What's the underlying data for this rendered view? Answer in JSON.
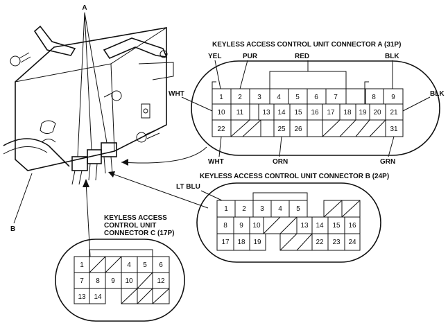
{
  "callouts": {
    "a": "A",
    "b": "B"
  },
  "connector_a": {
    "title": "KEYLESS ACCESS CONTROL UNIT CONNECTOR A (31P)",
    "wires": {
      "yel": "YEL",
      "pur": "PUR",
      "red": "RED",
      "blk_top": "BLK",
      "wht_left": "WHT",
      "blk_right": "BLK",
      "wht_bottom": "WHT",
      "orn": "ORN",
      "grn": "GRN"
    },
    "pins": [
      "1",
      "2",
      "3",
      "4",
      "5",
      "6",
      "7",
      "8",
      "9",
      "10",
      "11",
      "13",
      "14",
      "15",
      "16",
      "17",
      "18",
      "19",
      "20",
      "21",
      "22",
      "25",
      "26",
      "31"
    ]
  },
  "connector_b": {
    "title": "KEYLESS ACCESS CONTROL UNIT CONNECTOR B (24P)",
    "wires": {
      "lt_blu": "LT BLU"
    },
    "pins": [
      "1",
      "2",
      "3",
      "4",
      "5",
      "8",
      "9",
      "10",
      "13",
      "14",
      "15",
      "16",
      "17",
      "18",
      "19",
      "22",
      "23",
      "24"
    ]
  },
  "connector_c": {
    "title_lines": [
      "KEYLESS ACCESS",
      "CONTROL UNIT",
      "CONNECTOR C (17P)"
    ],
    "pins": [
      "1",
      "4",
      "5",
      "6",
      "7",
      "8",
      "9",
      "10",
      "12",
      "13",
      "14"
    ]
  }
}
